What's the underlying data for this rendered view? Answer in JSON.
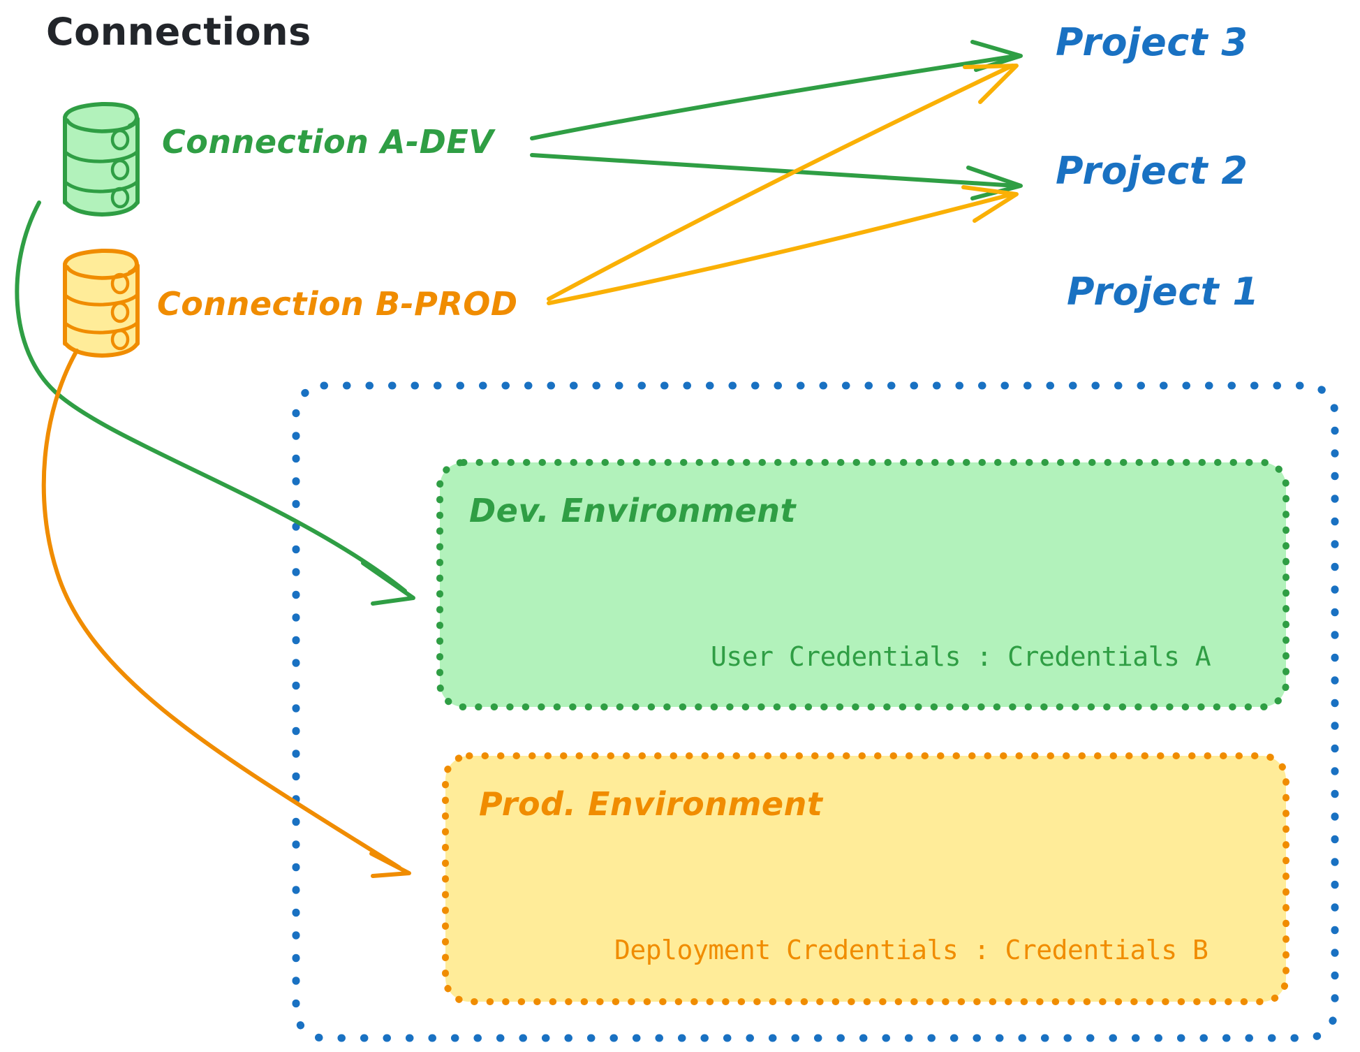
{
  "title": "Connections",
  "colors": {
    "title": "#22252a",
    "green_stroke": "#2f9e44",
    "green_fill": "#b2f2bb",
    "orange_stroke": "#f08c00",
    "orange_fill": "#ffec99",
    "blue": "#1971c2",
    "background": "#ffffff"
  },
  "connections": [
    {
      "id": "connection-a-dev",
      "label": "Connection A-DEV",
      "color": "#2f9e44",
      "icon": "database-icon"
    },
    {
      "id": "connection-b-prod",
      "label": "Connection B-PROD",
      "color": "#f08c00",
      "icon": "database-icon"
    }
  ],
  "projects": [
    {
      "id": "project-3",
      "label": "Project 3",
      "color": "#1971c2"
    },
    {
      "id": "project-2",
      "label": "Project 2",
      "color": "#1971c2"
    },
    {
      "id": "project-1",
      "label": "Project 1",
      "color": "#1971c2"
    }
  ],
  "environments": [
    {
      "id": "dev-environment",
      "label": "Dev. Environment",
      "credentials_key": "User Credentials",
      "credentials_separator": ":",
      "credentials_value": "Credentials A",
      "credentials_line": "User Credentials : Credentials A",
      "stroke": "#2f9e44",
      "fill": "#b2f2bb"
    },
    {
      "id": "prod-environment",
      "label": "Prod. Environment",
      "credentials_key": "Deployment Credentials",
      "credentials_separator": ":",
      "credentials_value": "Credentials B",
      "credentials_line": "Deployment Credentials : Credentials B",
      "stroke": "#f08c00",
      "fill": "#ffec99"
    }
  ],
  "edges": [
    {
      "id": "edge-a-dev-to-project-3",
      "from": "connection-a-dev",
      "to": "project-3",
      "color": "#2f9e44"
    },
    {
      "id": "edge-a-dev-to-project-2",
      "from": "connection-a-dev",
      "to": "project-2",
      "color": "#2f9e44"
    },
    {
      "id": "edge-a-dev-to-dev-environment",
      "from": "connection-a-dev",
      "to": "dev-environment",
      "color": "#2f9e44"
    },
    {
      "id": "edge-b-prod-to-project-3",
      "from": "connection-b-prod",
      "to": "project-3",
      "color": "#f08c00"
    },
    {
      "id": "edge-b-prod-to-project-2",
      "from": "connection-b-prod",
      "to": "project-2",
      "color": "#f08c00"
    },
    {
      "id": "edge-b-prod-to-prod-environment",
      "from": "connection-b-prod",
      "to": "prod-environment",
      "color": "#f08c00"
    }
  ]
}
